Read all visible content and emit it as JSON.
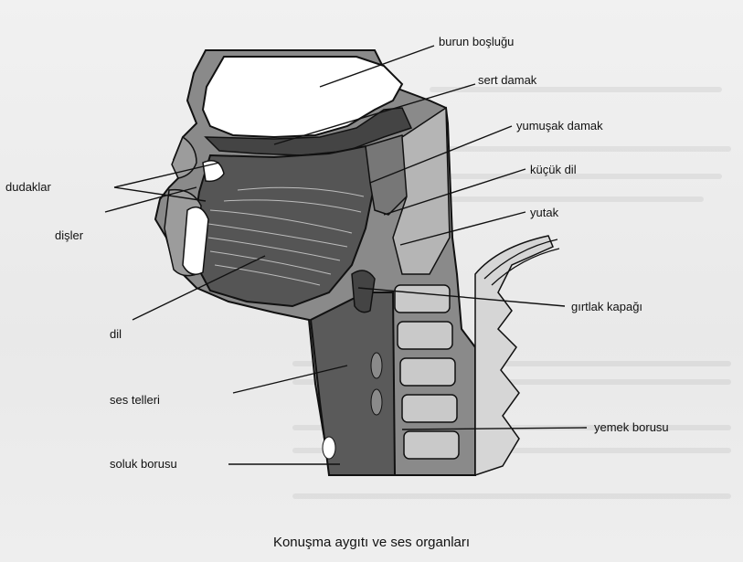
{
  "labels": {
    "burun_boslugu": "burun boşluğu",
    "sert_damak": "sert damak",
    "yumusak_damak": "yumuşak damak",
    "kucuk_dil": "küçük dil",
    "yutak": "yutak",
    "dudaklar": "dudaklar",
    "disler": "dişler",
    "dil": "dil",
    "girtlak_kapagi": "gırtlak kapağı",
    "ses_telleri": "ses telleri",
    "yemek_borusu": "yemek borusu",
    "soluk_borusu": "soluk borusu"
  },
  "caption": "Konuşma aygıtı ve ses organları",
  "colors": {
    "tissue_dark": "#5a5a5a",
    "tissue_mid": "#8a8a8a",
    "tissue_light": "#b9b9b9",
    "cavity_white": "#ffffff",
    "bone": "#c9c9c9"
  }
}
